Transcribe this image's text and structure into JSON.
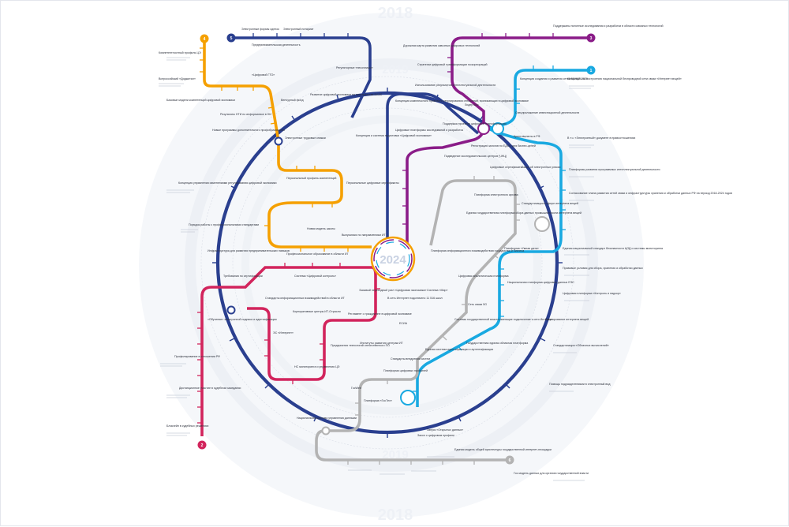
{
  "years": {
    "top": "2018",
    "bottom": "2018",
    "upper_ring": "2019",
    "lower_ring": "2019"
  },
  "hub": {
    "year": "2024",
    "label": "Базовый переходный узел «Цифровая экономика»"
  },
  "terminals": {
    "orange": "4",
    "navy": "5",
    "purple": "3",
    "cyan": "1",
    "red": "2",
    "gray": "6"
  },
  "colors": {
    "navy": "#2a3f8f",
    "orange": "#f5a000",
    "purple": "#8a1c88",
    "cyan": "#19a9e1",
    "red": "#d2245c",
    "gray": "#b3b3b3",
    "watermark": "#f1f3f8"
  },
  "labels": {
    "navy_top1": "Электронные формы сделок",
    "navy_top2": "Электронный нотариат",
    "navy_3": "Предпринимательская деятельность",
    "navy_4": "Регуляторные «песочницы»",
    "navy_5": "Развитие цифровой экономики на пространстве ЕАЭС",
    "orange_1": "Компетентностный профиль ЦЭ",
    "orange_2": "Всероссийский «Диджитал»",
    "orange_3": "«Цифровой ГТО»",
    "orange_4": "Базовые модели компетенций цифровой экономики",
    "orange_5": "Венчурный фонд",
    "orange_6": "Результаты НТИ по информатике в НИ",
    "orange_7": "Новые программы дополнительного профобразования",
    "orange_8": "Электронные трудовые книжки",
    "orange_9": "Персональный профиль компетенций",
    "orange_10": "Персональные цифровые сертификаты",
    "orange_11": "Новая модель школы",
    "orange_12": "Профессиональное образование в области ИТ",
    "orange_13": "Выпускники по направлениям ИТ",
    "orange_14": "Концепция управления изменениями регулирования цифровой экономики",
    "orange_15": "Порядок работы с профессиональными стандартами",
    "orange_16": "Инфраструктура для развития предпринимательских навыков",
    "purple_1": "Поддержаны пилотные исследования и разработки в области сквозных технологий",
    "purple_2": "Дорожная карта развития сквозных цифровых технологий",
    "purple_3": "Стратегии цифровой трансформации госкорпораций",
    "purple_4": "Использование результатов интеллектуальной деятельности",
    "purple_5": "Лидер Вос",
    "purple_6": "Концепция комплексного правового регулирования отношений, возникающих в цифровой экономике",
    "purple_7": "Поддержка проектов цифровой трансформации",
    "purple_8": "Цифровые платформы исследований и разработок",
    "purple_9": "Регистрация залогов по ЕДОП для бизнес-целей",
    "purple_10": "Подведение исследовательских центров (ЧНЦ)",
    "cyan_1": "Концепция создания и развития сетей 5G/IMT-2020",
    "cyan_2": "Концепция по построению национальной беспроводной сети связи «Интернет вещей»",
    "cyan_3": "Спецприложение инвестиционной деятельности",
    "cyan_4": "Криптовалюты в РФ",
    "cyan_5": "В т.ч. «Электронный» документ в правоотношениях",
    "cyan_6": "Закон об электронных уликах",
    "cyan_7": "Платформы развития программных интеллектуальной деятельности",
    "cyan_8": "Согласование плана развития сетей связи и инфраструктуры хранения и обработки данных РФ на период 2018-2024 годов",
    "cyan_9": "Стандартизация в сфере интернета вещей",
    "cyan_10": "Платформа «Умная дата»",
    "cyan_11": "Единая национальный стандарт безопасности ЦОД и системы мониторинга",
    "cyan_12": "Правовые условия для сбора, хранения и обработки данных",
    "cyan_13": "Национальная платформа цифровых данных ЕЭС",
    "cyan_14": "Цифровая платформа «Контроль и надзор»",
    "cyan_15": "Стандартизация «Облачных вычислений»",
    "cyan_16": "Помощь подразделениями в электронный вид",
    "gray_1": "Платформа электронного архива",
    "gray_2": "Единая государственная платформа сбора данных промышленности интернета вещей",
    "gray_3": "Платформа информационного взаимодействия государства и бизнеса",
    "gray_4": "Цифровая аналитическая платформа",
    "gray_5": "Сеть связи 5G",
    "gray_6": "Государственная единая облачная платформа",
    "gray_7": "Системы государственной власти имеющие подключение к сети Интернет",
    "gray_8": "Единая система идентификации и аутентификации",
    "gray_9": "Платформа цифровых профилей",
    "gray_10": "Платформа «ГосТех»",
    "gray_11": "Национальная система управления данными",
    "gray_12": "Закон о цифровом профиле",
    "gray_13": "Единая модель общей архитектуры государственной интернет-площадки",
    "gray_14": "Гос модель данных для органов государственной власти",
    "gray_15": "ГосWeb",
    "red_1": "Требования по сертификации",
    "red_2": "Система «Цифровой контроль»",
    "red_3": "«Обучение» электронной подписи и идентификации",
    "red_4": "Профилирование в отношении РФ",
    "red_5": "Дистанционное участие в судебном заседании",
    "red_6": "Стандарты информационных взаимодействий в области ИТ",
    "red_7": "Корпоративные центры ИТ-Отрасли",
    "red_8": "ЭС «Интернет»",
    "red_9": "Предприятия технологий отечественного ПО",
    "red_10": "НС мониторинга и управления ЦЭ",
    "red_11": "Блокчейн в судебных решениях",
    "ring_1": "Концепция и система подготовки «Цифровой экономики»",
    "ring_2": "Запуск «Открытых данных»",
    "ring_3": "Регламент о гражданине в цифровой экономике",
    "ring_4": "Цифровые сертификаты",
    "ring_5": "Регулирование интернета вещей",
    "ring_6": "Институты развития центрам ИТ",
    "center_1": "Система «Мир»",
    "center_2": "ЕСИА",
    "center_3": "В сеть Интернет подключено 11 516 школ",
    "center_4": "Стандарты внедрения систем"
  }
}
